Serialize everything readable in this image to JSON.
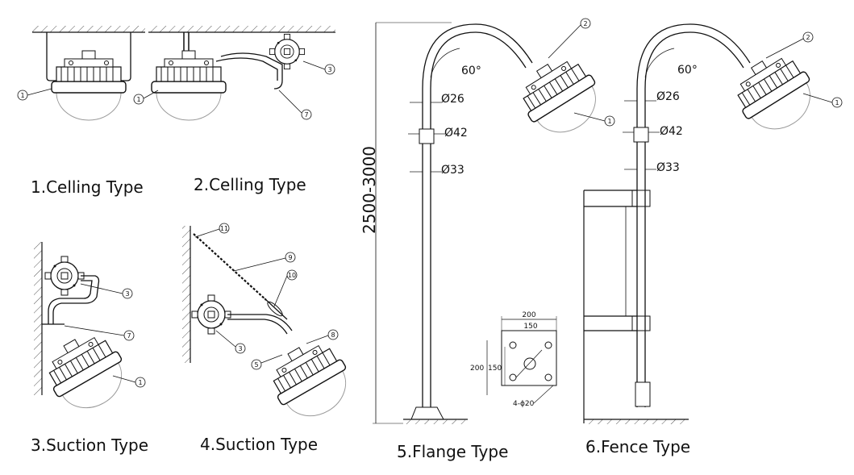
{
  "panels": [
    {
      "caption": "1.Celling Type",
      "callouts": [
        "1"
      ]
    },
    {
      "caption": "2.Celling Type",
      "callouts": [
        "1",
        "3",
        "7"
      ]
    },
    {
      "caption": "3.Suction Type",
      "callouts": [
        "3",
        "7",
        "1"
      ]
    },
    {
      "caption": "4.Suction Type",
      "callouts": [
        "11",
        "9",
        "10",
        "8",
        "3",
        "5"
      ]
    },
    {
      "caption": "5.Flange Type",
      "callouts": [
        "2",
        "1"
      ],
      "angle": "60°",
      "diameters": [
        "Ø26",
        "Ø42",
        "Ø33"
      ],
      "height": "2500-3000"
    },
    {
      "caption": "6.Fence Type",
      "callouts": [
        "2",
        "1"
      ],
      "angle": "60°",
      "diameters": [
        "Ø26",
        "Ø42",
        "Ø33"
      ]
    }
  ],
  "flange_plate": {
    "outer": "200",
    "inner": "150",
    "side_outer": "200",
    "side_inner": "150",
    "holes": "4-ɸ20"
  }
}
